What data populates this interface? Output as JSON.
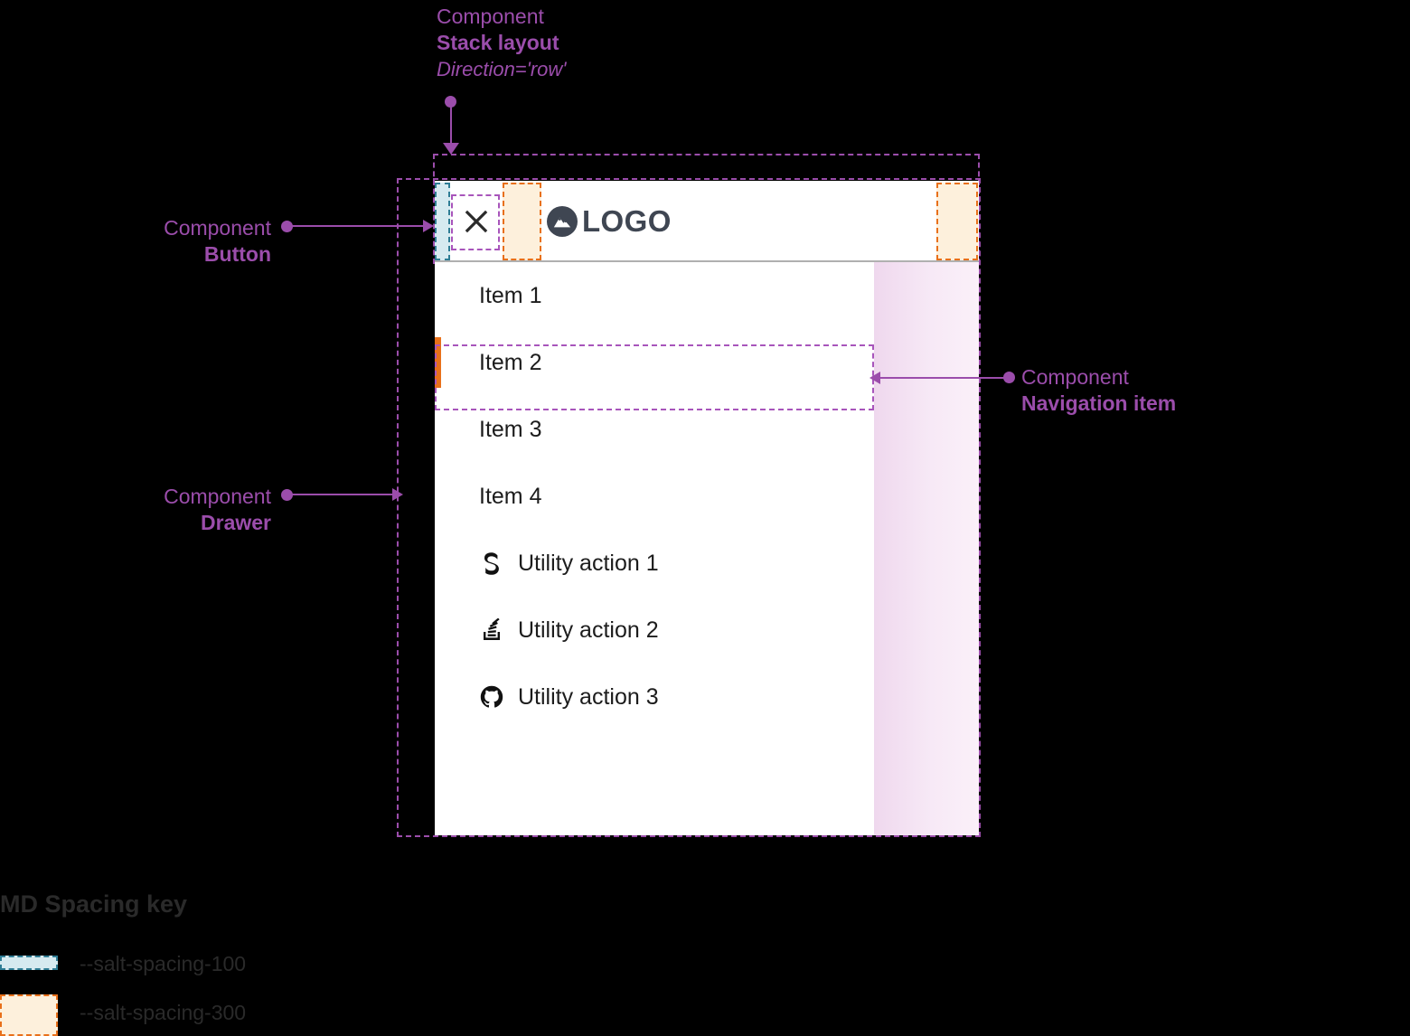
{
  "annotations": {
    "stack_layout": {
      "label": "Component",
      "value": "Stack layout",
      "sub": "Direction='row'"
    },
    "button": {
      "label": "Component",
      "value": "Button"
    },
    "drawer": {
      "label": "Component",
      "value": "Drawer"
    },
    "navigation_item": {
      "label": "Component",
      "value": "Navigation item"
    }
  },
  "drawer": {
    "header": {
      "close_icon": "close-icon",
      "close_label": "Close",
      "logo_icon": "mountain-logo-icon",
      "logo_text": "LOGO"
    },
    "nav_items": [
      {
        "label": "Item 1",
        "selected": false
      },
      {
        "label": "Item 2",
        "selected": true
      },
      {
        "label": "Item 3",
        "selected": false
      },
      {
        "label": "Item 4",
        "selected": false
      }
    ],
    "utility_actions": [
      {
        "label": "Utility action 1",
        "icon": "salt-s-icon"
      },
      {
        "label": "Utility action 2",
        "icon": "stack-overflow-icon"
      },
      {
        "label": "Utility action 3",
        "icon": "github-icon"
      }
    ]
  },
  "spacing_key": {
    "title": "MD Spacing key",
    "rows": [
      {
        "token": "--salt-spacing-100",
        "swatch": "spacing-100-swatch"
      },
      {
        "token": "--salt-spacing-300",
        "swatch": "spacing-300-swatch"
      }
    ]
  },
  "colors": {
    "annotation_purple": "#9b4dab",
    "spacing_100_fill": "#d6eaf0",
    "spacing_100_border": "#2f7d95",
    "spacing_300_fill": "#fdf0dc",
    "spacing_300_border": "#e8701a",
    "selected_indicator": "#e8701a",
    "logo_dark": "#3f4652",
    "highlight_pink": "#efd8ee",
    "background": "#000000",
    "panel": "#ffffff"
  }
}
